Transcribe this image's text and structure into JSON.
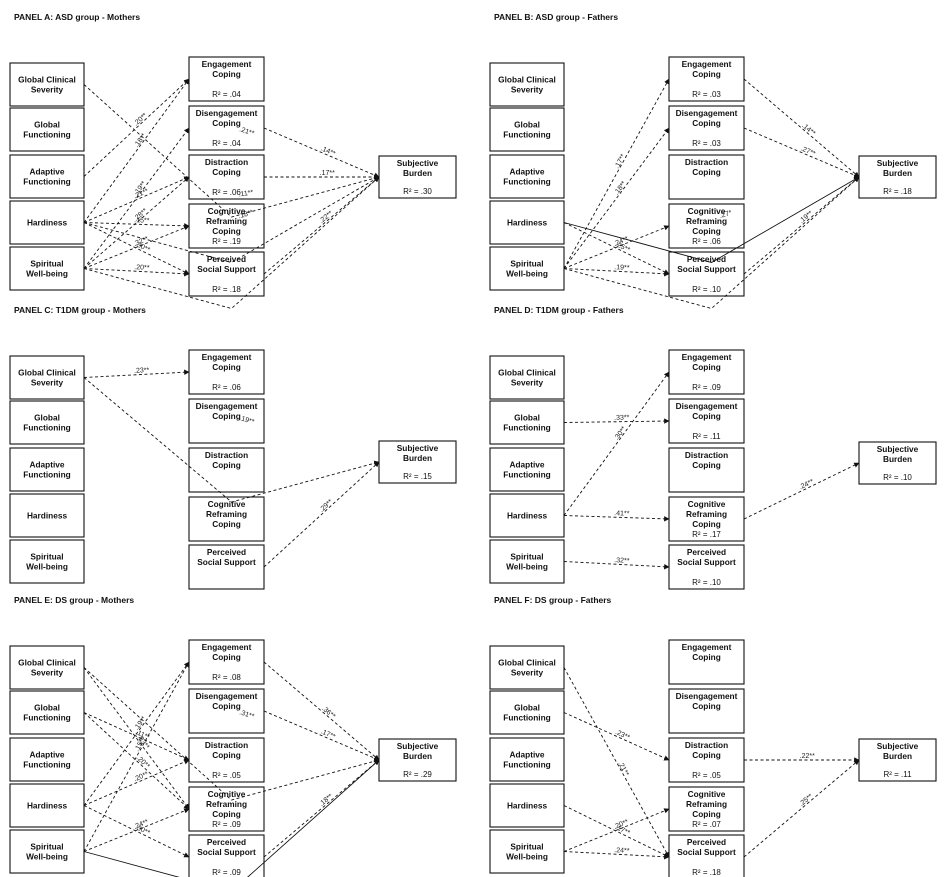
{
  "panels": [
    {
      "id": "A",
      "title": "PANEL A: ASD group - Mothers",
      "predictors": [
        "Global Clinical Severity",
        "Global Functioning",
        "Adaptive Functioning",
        "Hardiness",
        "Spiritual Well-being"
      ],
      "mediators": [
        {
          "name": "Engagement Coping",
          "r2": "R² = .04"
        },
        {
          "name": "Disengagement Coping",
          "r2": "R² = .04"
        },
        {
          "name": "Distraction Coping",
          "r2": "R² = .06"
        },
        {
          "name": "Cognitive Reframing Coping",
          "r2": "R² = .19"
        },
        {
          "name": "Perceived Social Support",
          "r2": "R² = .18"
        }
      ],
      "outcome": {
        "name": "Subjective Burden",
        "r2": "R² = .30"
      },
      "paths": [
        {
          "from": "Global Clinical Severity",
          "to": "Subjective Burden",
          "coef": ".21**"
        },
        {
          "from": "Adaptive Functioning",
          "to": "Engagement Coping",
          "coef": ".20**"
        },
        {
          "from": "Hardiness",
          "to": "Engagement Coping",
          "coef": ".18**"
        },
        {
          "from": "Hardiness",
          "to": "Distraction Coping",
          "coef": ".21**"
        },
        {
          "from": "Hardiness",
          "to": "Cognitive Reframing Coping",
          "coef": ".15**"
        },
        {
          "from": "Hardiness",
          "to": "Perceived Social Support",
          "coef": ".30**"
        },
        {
          "from": "Hardiness",
          "to": "Subjective Burden",
          "coef": ".11**"
        },
        {
          "from": "Spiritual Well-being",
          "to": "Disengagement Coping",
          "coef": ".19**"
        },
        {
          "from": "Spiritual Well-being",
          "to": "Distraction Coping",
          "coef": ".28**"
        },
        {
          "from": "Spiritual Well-being",
          "to": "Cognitive Reframing Coping",
          "coef": ".32**"
        },
        {
          "from": "Spiritual Well-being",
          "to": "Perceived Social Support",
          "coef": ".20**"
        },
        {
          "from": "Spiritual Well-being",
          "to": "Subjective Burden",
          "coef": ".18**"
        },
        {
          "from": "Disengagement Coping",
          "to": "Subjective Burden",
          "coef": ".14**"
        },
        {
          "from": "Distraction Coping",
          "to": "Subjective Burden",
          "coef": ".17**"
        },
        {
          "from": "Perceived Social Support",
          "to": "Subjective Burden",
          "coef": ".22**"
        }
      ]
    },
    {
      "id": "B",
      "title": "PANEL B: ASD group - Fathers",
      "predictors": [
        "Global Clinical Severity",
        "Global Functioning",
        "Adaptive Functioning",
        "Hardiness",
        "Spiritual Well-being"
      ],
      "mediators": [
        {
          "name": "Engagement Coping",
          "r2": "R² = .03"
        },
        {
          "name": "Disengagement Coping",
          "r2": "R² = .03"
        },
        {
          "name": "Distraction Coping",
          "r2": ""
        },
        {
          "name": "Cognitive Reframing Coping",
          "r2": "R² = .06"
        },
        {
          "name": "Perceived Social Support",
          "r2": "R² = .10"
        }
      ],
      "outcome": {
        "name": "Subjective Burden",
        "r2": "R² = .18"
      },
      "paths": [
        {
          "from": "Spiritual Well-being",
          "to": "Engagement Coping",
          "coef": ".17**"
        },
        {
          "from": "Spiritual Well-being",
          "to": "Disengagement Coping",
          "coef": ".18**"
        },
        {
          "from": "Spiritual Well-being",
          "to": "Cognitive Reframing Coping",
          "coef": ".24**"
        },
        {
          "from": "Spiritual Well-being",
          "to": "Perceived Social Support",
          "coef": ".19**"
        },
        {
          "from": "Spiritual Well-being",
          "to": "Subjective Burden",
          "coef": ".27*"
        },
        {
          "from": "Hardiness",
          "to": "Perceived Social Support",
          "coef": ".25**"
        },
        {
          "from": "Hardiness",
          "to": "Subjective Burden",
          "coef": ""
        },
        {
          "from": "Engagement Coping",
          "to": "Subjective Burden",
          "coef": ".14**"
        },
        {
          "from": "Disengagement Coping",
          "to": "Subjective Burden",
          "coef": ".27**"
        },
        {
          "from": "Perceived Social Support",
          "to": "Subjective Burden",
          "coef": ".19**"
        }
      ]
    },
    {
      "id": "C",
      "title": "PANEL C: T1DM group - Mothers",
      "predictors": [
        "Global Clinical Severity",
        "Global Functioning",
        "Adaptive Functioning",
        "Hardiness",
        "Spiritual Well-being"
      ],
      "mediators": [
        {
          "name": "Engagement Coping",
          "r2": "R² = .06"
        },
        {
          "name": "Disengagement Coping",
          "r2": ""
        },
        {
          "name": "Distraction Coping",
          "r2": ""
        },
        {
          "name": "Cognitive Reframing Coping",
          "r2": ""
        },
        {
          "name": "Perceived Social Support",
          "r2": ""
        }
      ],
      "outcome": {
        "name": "Subjective Burden",
        "r2": "R² = .15"
      },
      "paths": [
        {
          "from": "Global Clinical Severity",
          "to": "Engagement Coping",
          "coef": ".23**"
        },
        {
          "from": "Perceived Social Support",
          "to": "Subjective Burden",
          "coef": ".29**"
        },
        {
          "from": "Global Clinical Severity",
          "to": "Subjective Burden",
          "coef": ".19**"
        }
      ]
    },
    {
      "id": "D",
      "title": "PANEL D: T1DM group - Fathers",
      "predictors": [
        "Global Clinical Severity",
        "Global Functioning",
        "Adaptive Functioning",
        "Hardiness",
        "Spiritual Well-being"
      ],
      "mediators": [
        {
          "name": "Engagement Coping",
          "r2": "R² = .09"
        },
        {
          "name": "Disengagement Coping",
          "r2": "R² = .11"
        },
        {
          "name": "Distraction Coping",
          "r2": ""
        },
        {
          "name": "Cognitive Reframing Coping",
          "r2": "R² = .17"
        },
        {
          "name": "Perceived Social Support",
          "r2": "R² = .10"
        }
      ],
      "outcome": {
        "name": "Subjective Burden",
        "r2": "R² = .10"
      },
      "paths": [
        {
          "from": "Global Functioning",
          "to": "Disengagement Coping",
          "coef": ".33**"
        },
        {
          "from": "Hardiness",
          "to": "Engagement Coping",
          "coef": ".30**"
        },
        {
          "from": "Hardiness",
          "to": "Cognitive Reframing Coping",
          "coef": ".41**"
        },
        {
          "from": "Spiritual Well-being",
          "to": "Perceived Social Support",
          "coef": ".32**"
        },
        {
          "from": "Cognitive Reframing Coping",
          "to": "Subjective Burden",
          "coef": ".24**"
        }
      ]
    },
    {
      "id": "E",
      "title": "PANEL E: DS group - Mothers",
      "predictors": [
        "Global Clinical Severity",
        "Global Functioning",
        "Adaptive Functioning",
        "Hardiness",
        "Spiritual Well-being"
      ],
      "mediators": [
        {
          "name": "Engagement Coping",
          "r2": "R² = .08"
        },
        {
          "name": "Disengagement Coping",
          "r2": ""
        },
        {
          "name": "Distraction Coping",
          "r2": "R² = .05"
        },
        {
          "name": "Cognitive Reframing Coping",
          "r2": "R² = .09"
        },
        {
          "name": "Perceived Social Support",
          "r2": "R² = .09"
        }
      ],
      "outcome": {
        "name": "Subjective Burden",
        "r2": "R² = .29"
      },
      "paths": [
        {
          "from": "Global Clinical Severity",
          "to": "Cognitive Reframing Coping",
          "coef": ".23**"
        },
        {
          "from": "Global Functioning",
          "to": "Distraction Coping",
          "coef": ".11**"
        },
        {
          "from": "Global Functioning",
          "to": "Cognitive Reframing Coping",
          "coef": ".20**"
        },
        {
          "from": "Hardiness",
          "to": "Engagement Coping",
          "coef": ".19**"
        },
        {
          "from": "Hardiness",
          "to": "Distraction Coping",
          "coef": ".20**"
        },
        {
          "from": "Hardiness",
          "to": "Perceived Social Support",
          "coef": ".30**"
        },
        {
          "from": "Spiritual Well-being",
          "to": "Engagement Coping",
          "coef": ".15**"
        },
        {
          "from": "Spiritual Well-being",
          "to": "Cognitive Reframing Coping",
          "coef": ".24**"
        },
        {
          "from": "Spiritual Well-being",
          "to": "Subjective Burden",
          "coef": ""
        },
        {
          "from": "Engagement Coping",
          "to": "Subjective Burden",
          "coef": ".36**"
        },
        {
          "from": "Disengagement Coping",
          "to": "Subjective Burden",
          "coef": ".17**"
        },
        {
          "from": "Perceived Social Support",
          "to": "Subjective Burden",
          "coef": ".18**"
        },
        {
          "from": "Global Clinical Severity",
          "to": "Subjective Burden",
          "coef": ".31**"
        }
      ]
    },
    {
      "id": "F",
      "title": "PANEL F: DS group - Fathers",
      "predictors": [
        "Global Clinical Severity",
        "Global Functioning",
        "Adaptive Functioning",
        "Hardiness",
        "Spiritual Well-being"
      ],
      "mediators": [
        {
          "name": "Engagement Coping",
          "r2": ""
        },
        {
          "name": "Disengagement Coping",
          "r2": ""
        },
        {
          "name": "Distraction Coping",
          "r2": "R² = .05"
        },
        {
          "name": "Cognitive Reframing Coping",
          "r2": "R² = .07"
        },
        {
          "name": "Perceived Social Support",
          "r2": "R² = .18"
        }
      ],
      "outcome": {
        "name": "Subjective Burden",
        "r2": "R² = .11"
      },
      "paths": [
        {
          "from": "Global Clinical Severity",
          "to": "Perceived Social Support",
          "coef": ".21**"
        },
        {
          "from": "Global Functioning",
          "to": "Distraction Coping",
          "coef": ".23**"
        },
        {
          "from": "Hardiness",
          "to": "Perceived Social Support",
          "coef": ".17**"
        },
        {
          "from": "Spiritual Well-being",
          "to": "Cognitive Reframing Coping",
          "coef": ".20**"
        },
        {
          "from": "Spiritual Well-being",
          "to": "Perceived Social Support",
          "coef": ".24**"
        },
        {
          "from": "Distraction Coping",
          "to": "Subjective Burden",
          "coef": ".22**"
        },
        {
          "from": "Perceived Social Support",
          "to": "Subjective Burden",
          "coef": ".25**"
        }
      ]
    }
  ]
}
